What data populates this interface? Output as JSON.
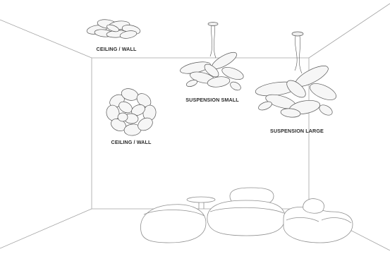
{
  "labels": {
    "ceiling_wall_top": "CEILING / WALL",
    "ceiling_wall_mid": "CEILING / WALL",
    "suspension_small": "SUSPENSION SMALL",
    "suspension_large": "SUSPENSION LARGE"
  },
  "colors": {
    "line": "#9a9a9a",
    "lamp_stroke": "#555555",
    "lamp_fill": "#f4f4f4",
    "furniture_stroke": "#8f8f8f",
    "label_text": "#2b2b2b"
  },
  "icons": [
    "ceiling-lamp-icon",
    "suspension-lamp-icon",
    "sofa-icon",
    "side-table-icon"
  ]
}
